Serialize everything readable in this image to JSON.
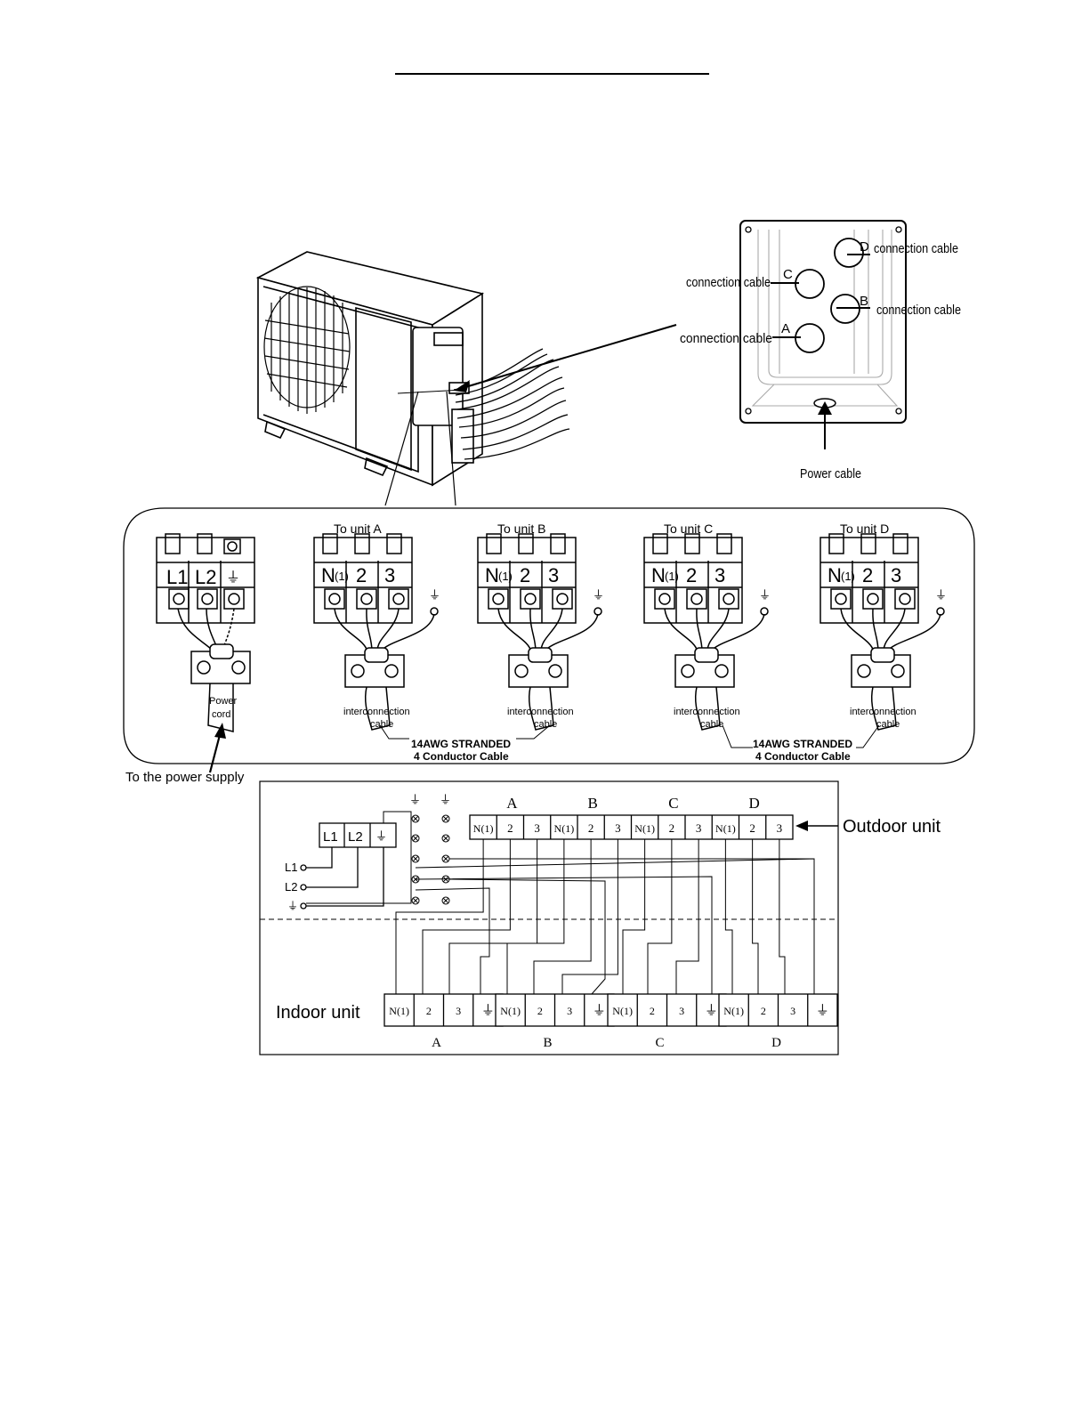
{
  "panel": {
    "labels": [
      {
        "letter": "D",
        "text": "connection cable"
      },
      {
        "letter": "C",
        "text": "connection cable"
      },
      {
        "letter": "B",
        "text": "connection cable"
      },
      {
        "letter": "A",
        "text": "connection cable"
      }
    ],
    "power_cable": "Power cable"
  },
  "terminal_blocks": {
    "power": {
      "terminals": [
        "L1",
        "L2",
        "⏚"
      ],
      "cord_label_1": "Power",
      "cord_label_2": "cord"
    },
    "units": [
      {
        "title": "To unit A",
        "terminals": [
          "N",
          "(1)",
          "2",
          "3"
        ],
        "cable_1": "interconnection",
        "cable_2": "cable"
      },
      {
        "title": "To unit B",
        "terminals": [
          "N",
          "(1)",
          "2",
          "3"
        ],
        "cable_1": "interconnection",
        "cable_2": "cable"
      },
      {
        "title": "To unit C",
        "terminals": [
          "N",
          "(1)",
          "2",
          "3"
        ],
        "cable_1": "interconnection",
        "cable_2": "cable"
      },
      {
        "title": "To unit D",
        "terminals": [
          "N",
          "(1)",
          "2",
          "3"
        ],
        "cable_1": "interconnection",
        "cable_2": "cable"
      }
    ],
    "cable_spec": [
      {
        "line1": "14AWG STRANDED",
        "line2": "4 Conductor Cable"
      },
      {
        "line1": "14AWG STRANDED",
        "line2": "4 Conductor Cable"
      }
    ],
    "power_supply": "To the power supply"
  },
  "schematic": {
    "outdoor_label": "Outdoor unit",
    "indoor_label": "Indoor unit",
    "groups": [
      "A",
      "B",
      "C",
      "D"
    ],
    "outdoor_terminals": [
      "N(1)",
      "2",
      "3"
    ],
    "indoor_terminals": [
      "N(1)",
      "2",
      "3",
      "⏚"
    ],
    "supply_terminals": [
      "L1",
      "L2",
      "⏚"
    ],
    "supply_lines": [
      "L1",
      "L2",
      "⏚"
    ]
  }
}
